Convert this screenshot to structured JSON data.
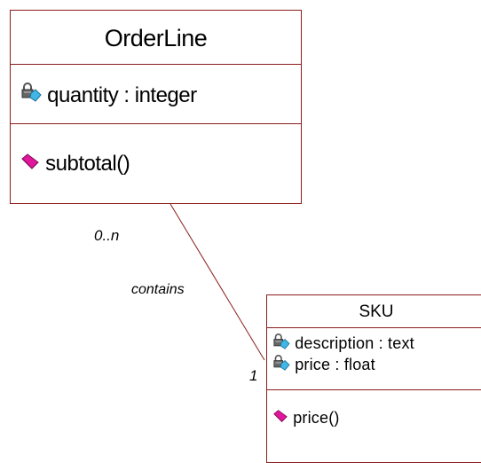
{
  "classes": {
    "orderline": {
      "name": "OrderLine",
      "attributes": [
        {
          "text": "quantity : integer",
          "icon": "private-attribute-icon"
        }
      ],
      "operations": [
        {
          "text": "subtotal()",
          "icon": "operation-icon"
        }
      ]
    },
    "sku": {
      "name": "SKU",
      "attributes": [
        {
          "text": "description : text",
          "icon": "private-attribute-icon"
        },
        {
          "text": "price : float",
          "icon": "private-attribute-icon"
        }
      ],
      "operations": [
        {
          "text": "price()",
          "icon": "operation-icon"
        }
      ]
    }
  },
  "association": {
    "role": "contains",
    "multiplicity_orderline": "0..n",
    "multiplicity_sku": "1"
  },
  "colors": {
    "border": "#8b1c1c",
    "line": "#8b1c1c",
    "operation_icon": "#e0169b",
    "attribute_icon": "#3fb6e6",
    "lock": "#555555"
  }
}
